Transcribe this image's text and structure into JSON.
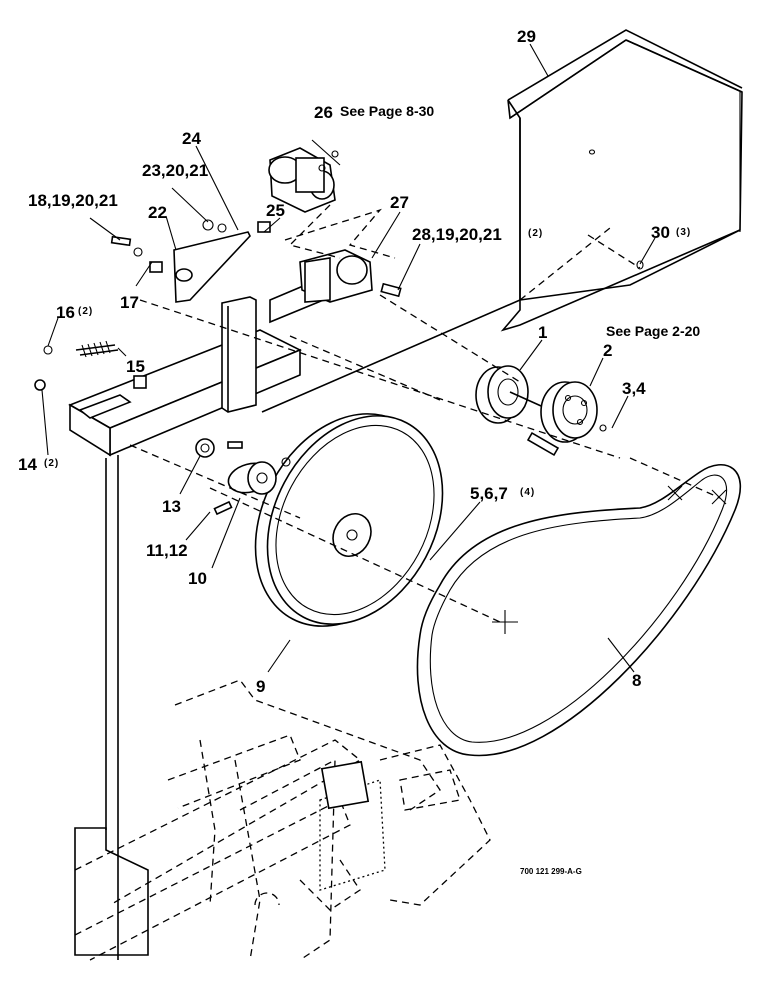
{
  "callouts": [
    {
      "id": "c29",
      "text": "29"
    },
    {
      "id": "c26",
      "text": "26"
    },
    {
      "id": "c24",
      "text": "24"
    },
    {
      "id": "c23",
      "text": "23,20,21"
    },
    {
      "id": "c18",
      "text": "18,19,20,21"
    },
    {
      "id": "c22",
      "text": "22"
    },
    {
      "id": "c25",
      "text": "25"
    },
    {
      "id": "c27",
      "text": "27"
    },
    {
      "id": "c28",
      "text": "28,19,20,21"
    },
    {
      "id": "c30",
      "text": "30"
    },
    {
      "id": "c17",
      "text": "17"
    },
    {
      "id": "c16",
      "text": "16"
    },
    {
      "id": "c15",
      "text": "15"
    },
    {
      "id": "c1",
      "text": "1"
    },
    {
      "id": "c2",
      "text": "2"
    },
    {
      "id": "c34",
      "text": "3,4"
    },
    {
      "id": "c14",
      "text": "14"
    },
    {
      "id": "c13",
      "text": "13"
    },
    {
      "id": "c567",
      "text": "5,6,7"
    },
    {
      "id": "c1112",
      "text": "11,12"
    },
    {
      "id": "c10",
      "text": "10"
    },
    {
      "id": "c9",
      "text": "9"
    },
    {
      "id": "c8",
      "text": "8"
    }
  ],
  "quantities": {
    "q16": "(2)",
    "q14": "(2)",
    "q28": "(2)",
    "q30": "(3)",
    "q567": "(4)"
  },
  "notes": {
    "see_page_26": "See Page 8-30",
    "see_page_2": "See Page 2-20"
  },
  "drawing_code": "700 121 299-A-G"
}
